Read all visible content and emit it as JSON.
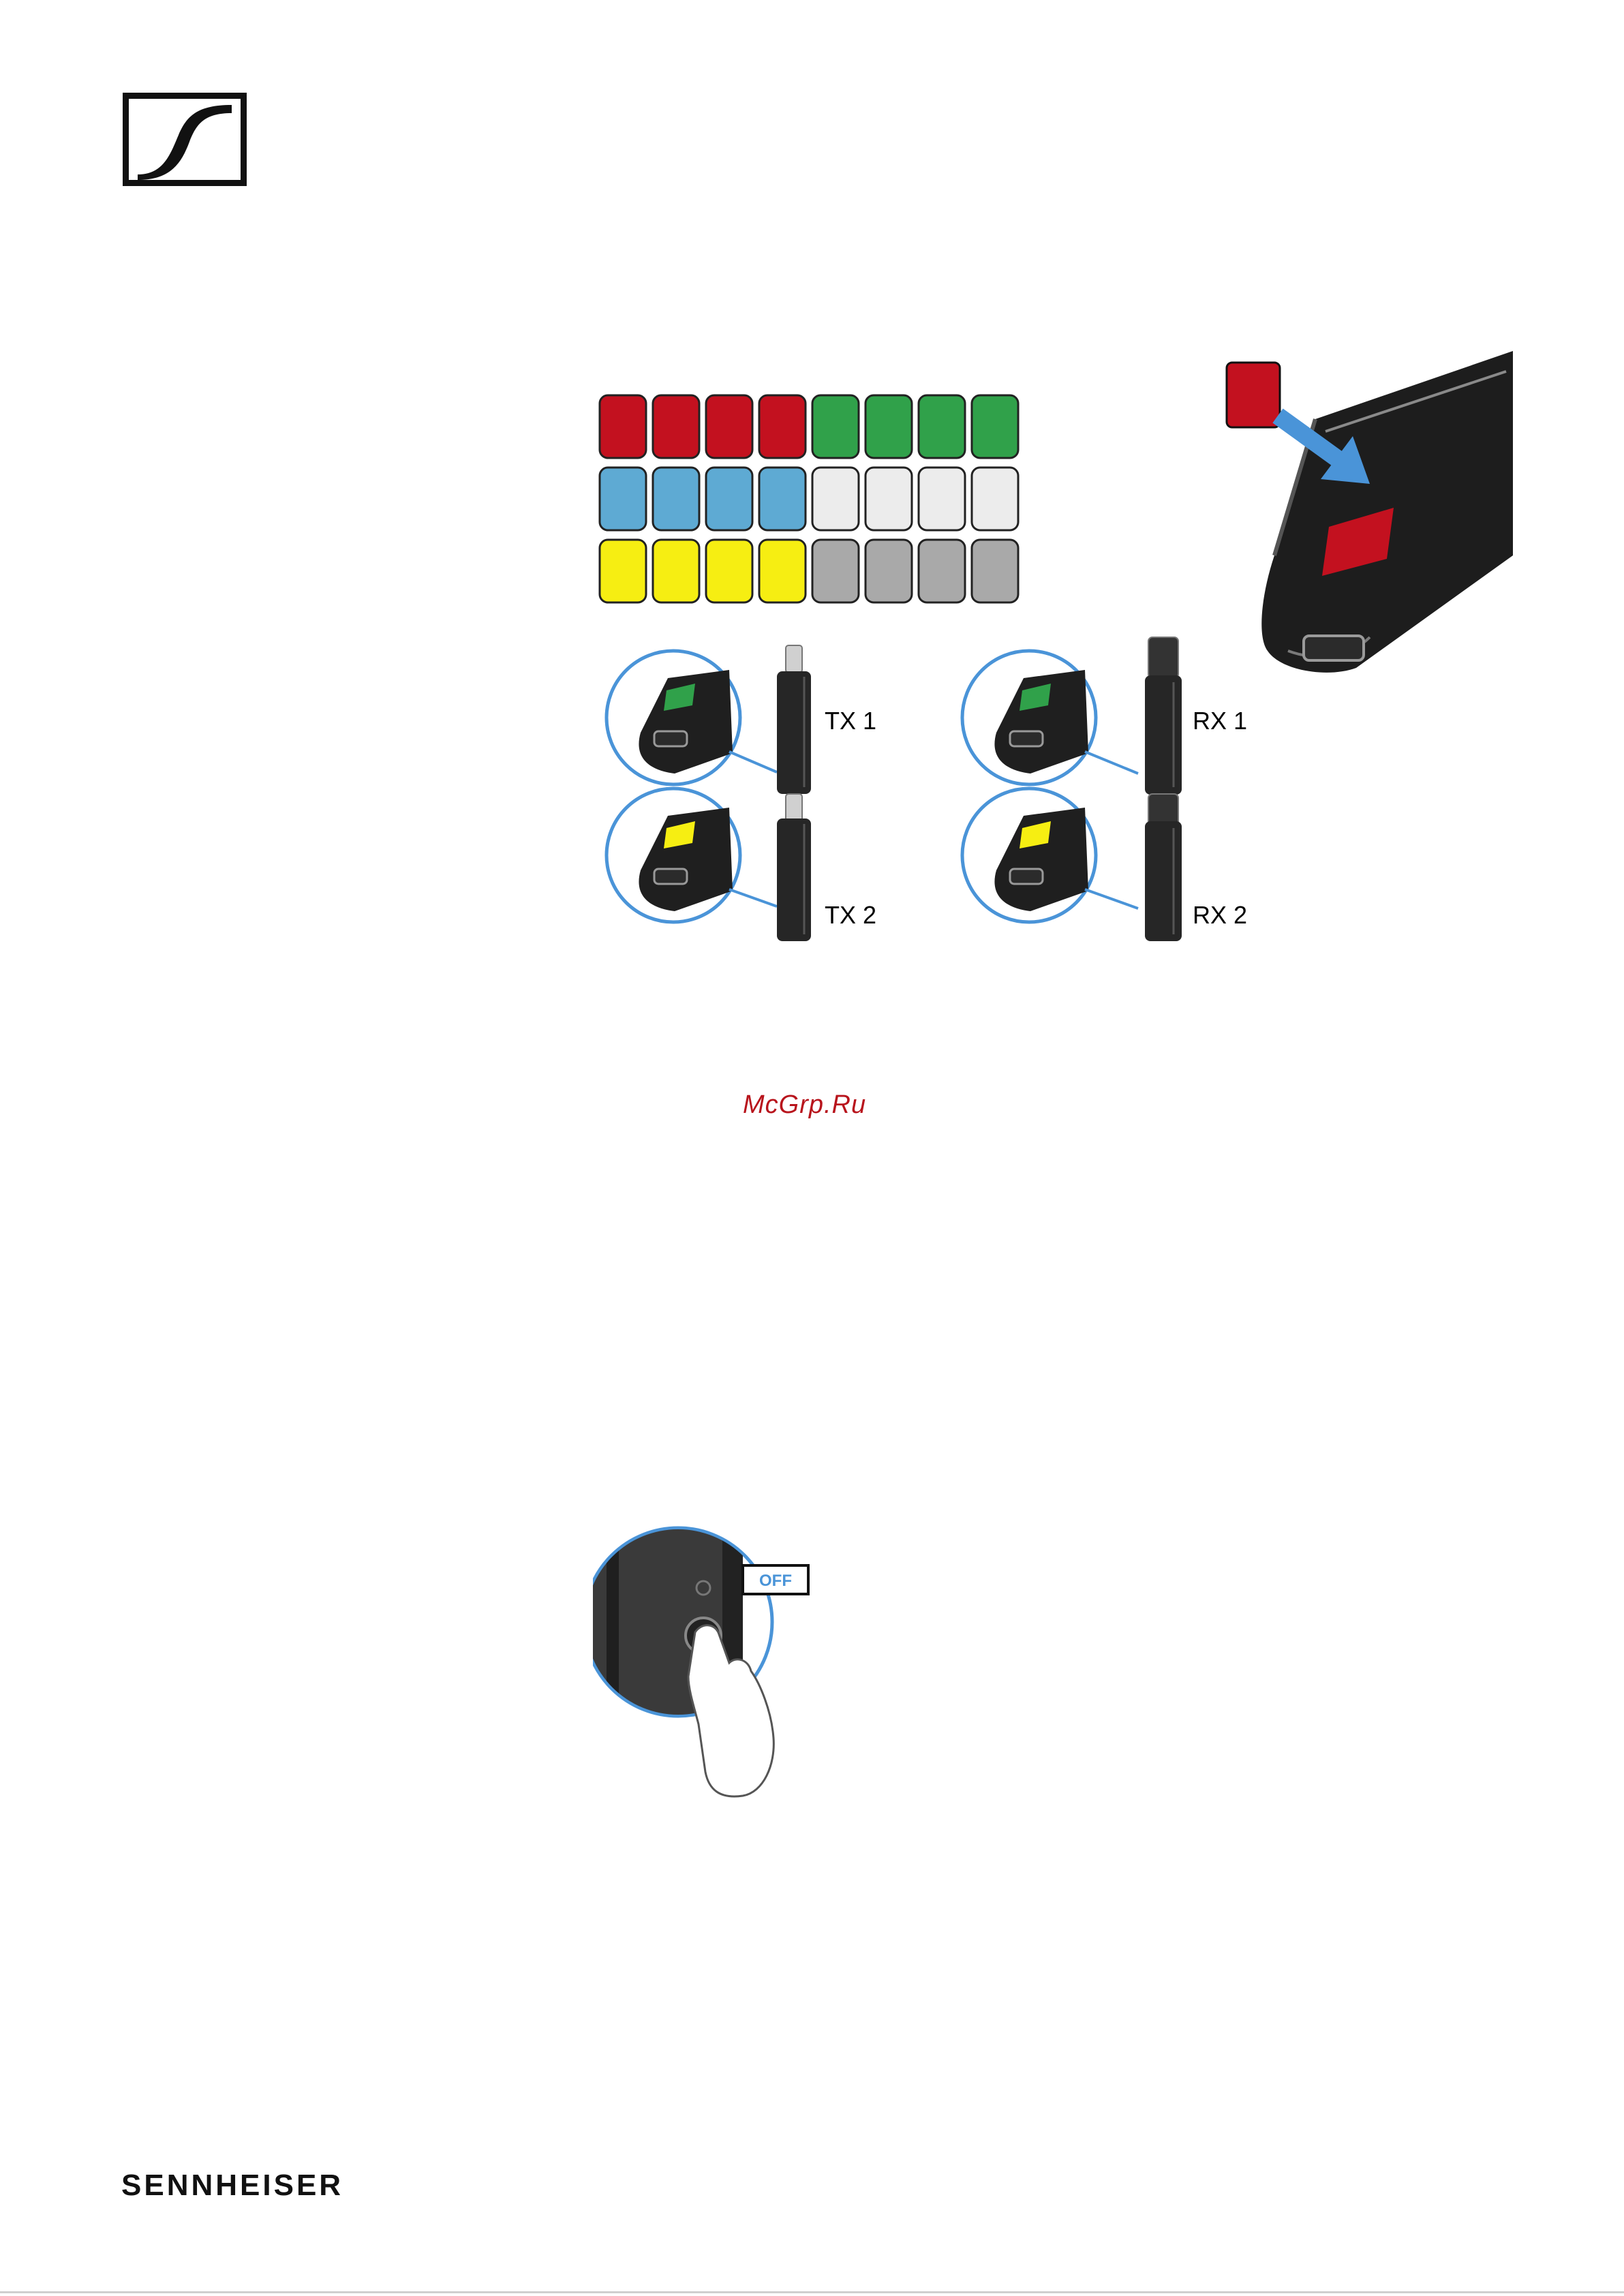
{
  "branding": {
    "wordmark": "SENNHEISER"
  },
  "watermark": "McGrp.Ru",
  "colors": {
    "red": "#c3111f",
    "green": "#30a14a",
    "blue": "#5eaad3",
    "white": "#ececec",
    "yellow": "#f6ee12",
    "grey": "#a9a9a9",
    "arrow": "#4a94d8",
    "callout_ring": "#4a94d8"
  },
  "color_grid": [
    [
      "red",
      "red",
      "red",
      "red",
      "green",
      "green",
      "green",
      "green"
    ],
    [
      "blue",
      "blue",
      "blue",
      "blue",
      "white",
      "white",
      "white",
      "white"
    ],
    [
      "yellow",
      "yellow",
      "yellow",
      "yellow",
      "grey",
      "grey",
      "grey",
      "grey"
    ]
  ],
  "devices": [
    {
      "label": "TX 1",
      "clip_color": "green"
    },
    {
      "label": "TX 2",
      "clip_color": "yellow"
    },
    {
      "label": "RX 1",
      "clip_color": "green"
    },
    {
      "label": "RX 2",
      "clip_color": "yellow"
    }
  ],
  "off_figure": {
    "badge_text": "OFF"
  }
}
